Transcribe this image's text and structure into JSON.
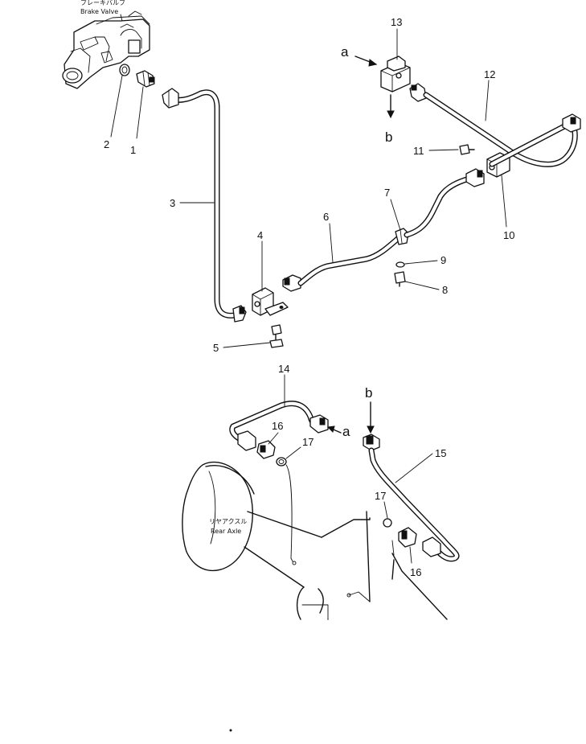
{
  "captions": {
    "brake_valve_jp": "ブレーキバルブ",
    "brake_valve_en": "Brake Valve",
    "rear_axle_jp": "リヤアクスル",
    "rear_axle_en": "Rear Axle"
  },
  "part_numbers": [
    "1",
    "2",
    "3",
    "4",
    "5",
    "6",
    "7",
    "8",
    "9",
    "10",
    "11",
    "12",
    "13",
    "14",
    "15",
    "16",
    "17"
  ],
  "connection_markers": {
    "a": "a",
    "b": "b"
  }
}
